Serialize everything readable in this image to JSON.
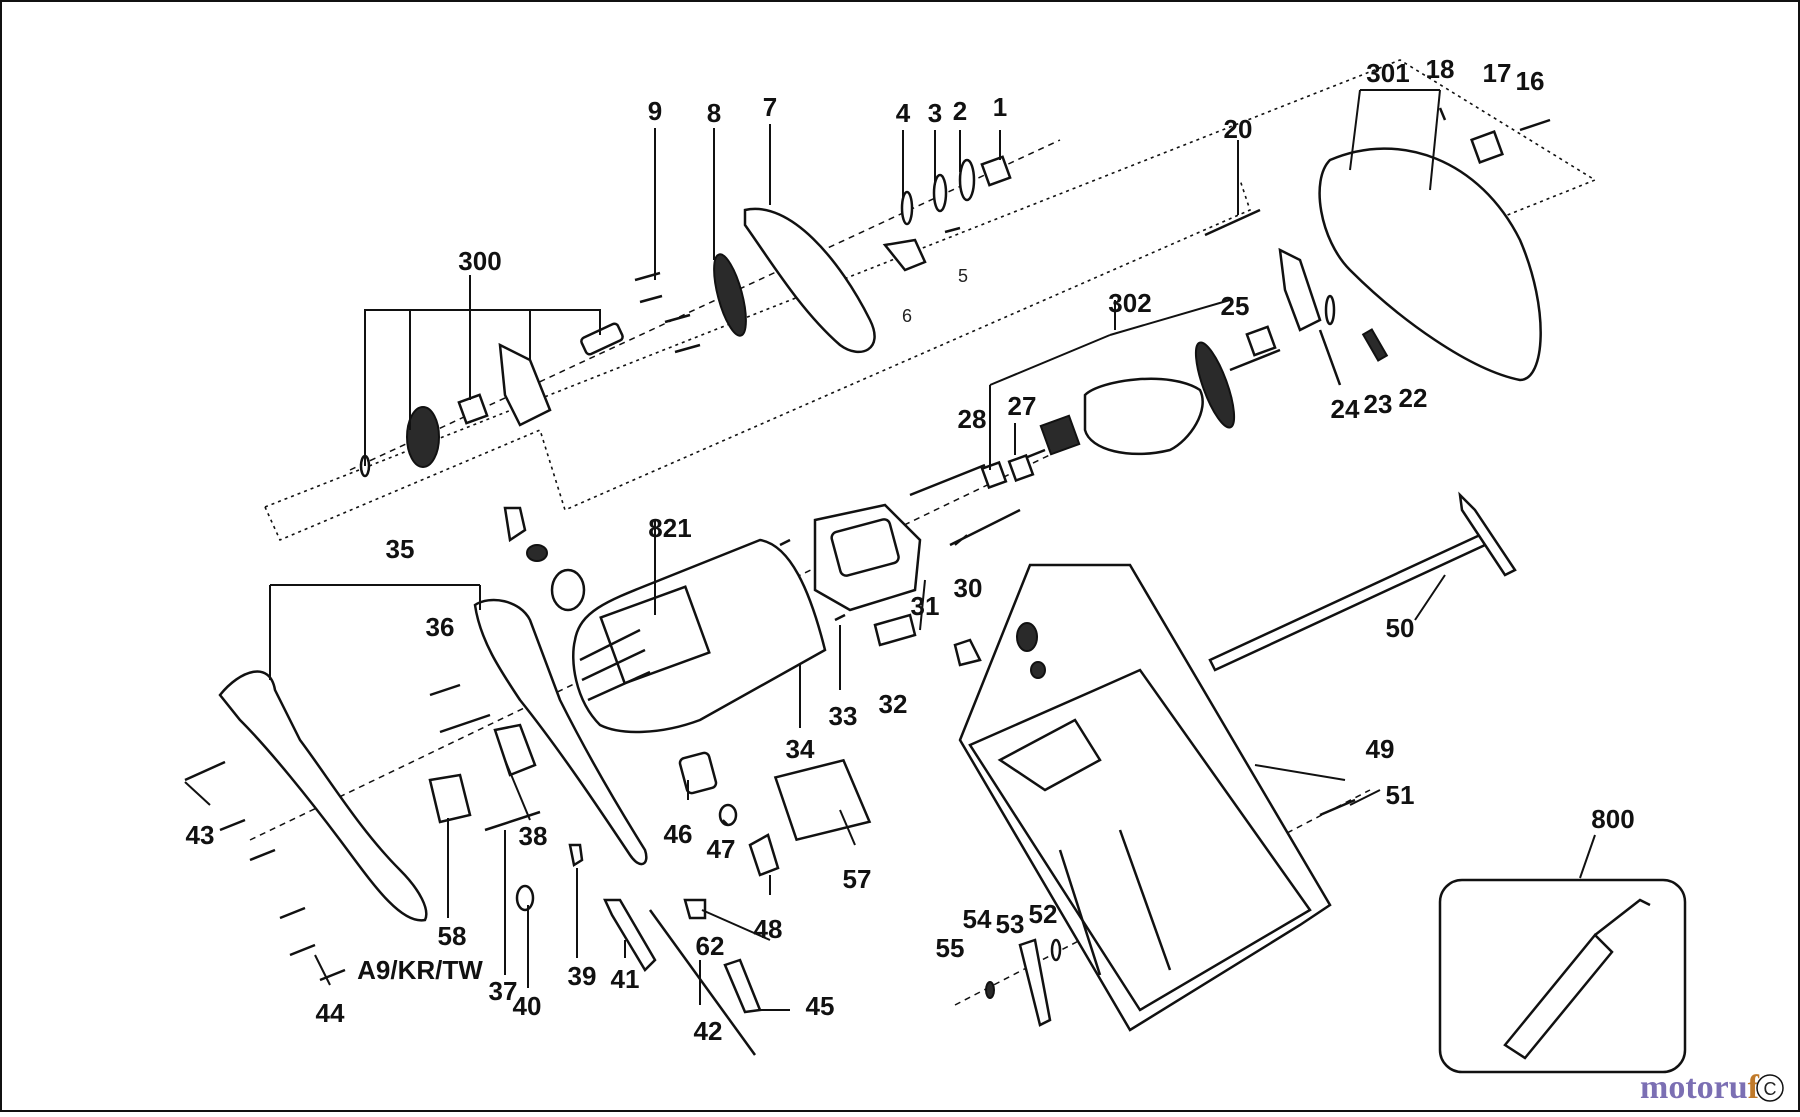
{
  "labels": {
    "p1": "1",
    "p2": "2",
    "p3": "3",
    "p4": "4",
    "p5": "5",
    "p6": "6",
    "p7": "7",
    "p8": "8",
    "p9": "9",
    "p300": "300",
    "p301": "301",
    "p18": "18",
    "p17": "17",
    "p16": "16",
    "p20": "20",
    "p302": "302",
    "p25": "25",
    "p24": "24",
    "p23": "23",
    "p22": "22",
    "p28": "28",
    "p27": "27",
    "p821": "821",
    "p35": "35",
    "p36": "36",
    "p30": "30",
    "p31": "31",
    "p32": "32",
    "p33": "33",
    "p34": "34",
    "p50": "50",
    "p49": "49",
    "p51": "51",
    "p800": "800",
    "p43": "43",
    "p38": "38",
    "p46": "46",
    "p47": "47",
    "p57": "57",
    "p58": "58",
    "p48": "48",
    "p37": "37",
    "p40": "40",
    "p39": "39",
    "p41": "41",
    "p42": "42",
    "p62": "62",
    "p45": "45",
    "p44": "44",
    "p55": "55",
    "p54": "54",
    "p53": "53",
    "p52": "52",
    "variant": "A9/KR/TW"
  },
  "watermark": {
    "part1": "motoru",
    "part2": "f"
  },
  "copyright_mark": "C",
  "colors": {
    "line": "#111111",
    "background": "#ffffff",
    "watermark_blue": "#7b6fb3",
    "watermark_orange": "#c07a2a"
  }
}
